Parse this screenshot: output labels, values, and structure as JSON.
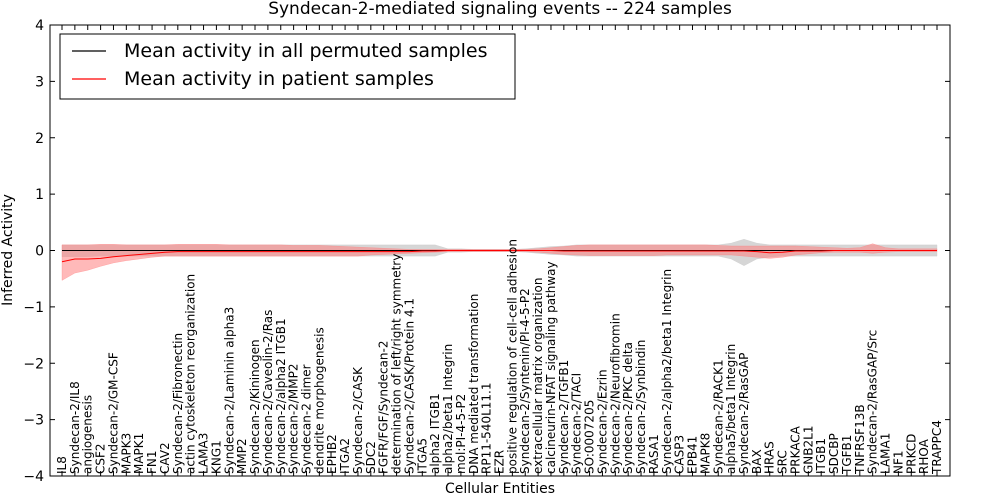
{
  "chart_data": {
    "type": "line",
    "title": "Syndecan-2-mediated signaling events -- 224 samples",
    "xlabel": "Cellular Entities",
    "ylabel": "Inferred Activity",
    "ylim": [
      -4,
      4
    ],
    "yticks": [
      -4,
      -3,
      -2,
      -1,
      0,
      1,
      2,
      3,
      4
    ],
    "ytick_labels": [
      "−4",
      "−3",
      "−2",
      "−1",
      "0",
      "1",
      "2",
      "3",
      "4"
    ],
    "grid": false,
    "legend_position": "top-left",
    "categories": [
      "IL8",
      "Syndecan-2/IL8",
      "angiogenesis",
      "CSF2",
      "Syndecan-2/GM-CSF",
      "MAPK3",
      "MAPK1",
      "FN1",
      "CAV2",
      "Syndecan-2/Fibronectin",
      "actin cytoskeleton reorganization",
      "LAMA3",
      "KNG1",
      "Syndecan-2/Laminin alpha3",
      "MMP2",
      "Syndecan-2/Kininogen",
      "Syndecan-2/Caveolin-2/Ras",
      "Syndecan-2/alpha2 ITGB1",
      "Syndecan-2/MMP2",
      "Syndecan-2 dimer",
      "dendrite morphogenesis",
      "EPHB2",
      "ITGA2",
      "Syndecan-2/CASK",
      "SDC2",
      "FGFR/FGF/Syndecan-2",
      "determination of left/right symmetry",
      "Syndecan-2/CASK/Protein 4.1",
      "ITGA5",
      "alpha2 ITGB1",
      "alpha2/beta1 Integrin",
      "mol:PI-4-5-P2",
      "DNA mediated transformation",
      "RP11-540L11.1",
      "EZR",
      "positive regulation of cell-cell adhesion",
      "Syndecan-2/Syntenin/PI-4-5-P2",
      "extracellular matrix organization",
      "calcineurin-NFAT signaling pathway",
      "Syndecan-2/TGFB1",
      "Syndecan-2/TACI",
      "SO:0007205",
      "Syndecan-2/Ezrin",
      "Syndecan-2/Neurofibromin",
      "Syndecan-2/PKC delta",
      "Syndecan-2/Synbindin",
      "RASA1",
      "Syndecan-2/alpha2/beta1 Integrin",
      "CASP3",
      "EPB41",
      "MAPK8",
      "Syndecan-2/RACK1",
      "alpha5/beta1 Integrin",
      "Syndecan-2/RasGAP",
      "BAX",
      "HRAS",
      "SRC",
      "PRKACA",
      "GNB2L1",
      "ITGB1",
      "SDCBP",
      "TGFB1",
      "TNFRSF13B",
      "Syndecan-2/RasGAP/Src",
      "LAMA1",
      "NF1",
      "PRKCD",
      "RHOA",
      "TRAPPC4"
    ],
    "series": [
      {
        "name": "Mean activity in all permuted samples",
        "color": "#000000",
        "band_color": "#c8c8c8",
        "values": [
          0,
          0,
          0,
          0,
          0,
          0,
          0,
          0,
          0,
          0,
          0,
          0,
          0,
          0,
          0,
          0,
          0,
          0,
          0,
          0,
          0,
          0,
          0,
          0,
          0,
          0,
          0,
          0,
          0,
          0,
          0,
          0,
          0,
          0,
          0,
          0,
          0,
          0,
          0,
          0,
          0,
          0,
          0,
          0,
          0,
          0,
          0,
          0,
          0,
          0,
          0,
          0,
          0,
          0,
          0,
          0,
          0,
          0,
          0,
          0,
          0,
          0,
          0,
          0,
          0,
          0,
          0,
          0,
          0
        ],
        "band_lower": [
          -0.11,
          -0.11,
          -0.11,
          -0.1,
          -0.1,
          -0.1,
          -0.1,
          -0.1,
          -0.1,
          -0.1,
          -0.1,
          -0.1,
          -0.1,
          -0.1,
          -0.1,
          -0.1,
          -0.1,
          -0.1,
          -0.1,
          -0.1,
          -0.1,
          -0.1,
          -0.1,
          -0.1,
          -0.1,
          -0.1,
          -0.1,
          -0.1,
          -0.1,
          -0.1,
          -0.03,
          -0.03,
          -0.02,
          -0.02,
          -0.02,
          -0.02,
          -0.03,
          -0.05,
          -0.07,
          -0.08,
          -0.1,
          -0.1,
          -0.1,
          -0.1,
          -0.1,
          -0.1,
          -0.1,
          -0.1,
          -0.1,
          -0.1,
          -0.1,
          -0.1,
          -0.15,
          -0.27,
          -0.15,
          -0.12,
          -0.1,
          -0.1,
          -0.1,
          -0.1,
          -0.1,
          -0.1,
          -0.1,
          -0.1,
          -0.1,
          -0.1,
          -0.1,
          -0.1,
          -0.1
        ],
        "band_upper": [
          0.1,
          0.1,
          0.1,
          0.1,
          0.1,
          0.1,
          0.1,
          0.1,
          0.1,
          0.1,
          0.1,
          0.1,
          0.1,
          0.1,
          0.1,
          0.1,
          0.1,
          0.1,
          0.1,
          0.1,
          0.1,
          0.1,
          0.1,
          0.1,
          0.1,
          0.1,
          0.1,
          0.1,
          0.1,
          0.1,
          0.03,
          0.03,
          0.02,
          0.02,
          0.02,
          0.02,
          0.03,
          0.05,
          0.07,
          0.08,
          0.1,
          0.1,
          0.1,
          0.1,
          0.1,
          0.1,
          0.1,
          0.1,
          0.1,
          0.1,
          0.1,
          0.1,
          0.13,
          0.2,
          0.13,
          0.1,
          0.1,
          0.1,
          0.1,
          0.1,
          0.1,
          0.1,
          0.1,
          0.1,
          0.1,
          0.1,
          0.1,
          0.1,
          0.1
        ]
      },
      {
        "name": "Mean activity in patient samples",
        "color": "#ff0000",
        "band_color": "#ff8080",
        "values": [
          -0.2,
          -0.15,
          -0.15,
          -0.14,
          -0.11,
          -0.09,
          -0.07,
          -0.05,
          -0.03,
          -0.02,
          -0.02,
          -0.02,
          -0.02,
          -0.02,
          -0.02,
          -0.02,
          -0.02,
          -0.02,
          -0.02,
          -0.02,
          -0.02,
          -0.02,
          -0.02,
          -0.02,
          -0.02,
          -0.02,
          -0.02,
          -0.02,
          -0.01,
          -0.01,
          0,
          0,
          0,
          0,
          0,
          0,
          0,
          0,
          0,
          -0.01,
          -0.01,
          -0.01,
          -0.01,
          -0.01,
          -0.01,
          -0.01,
          -0.01,
          -0.01,
          -0.01,
          -0.01,
          -0.01,
          -0.01,
          -0.01,
          -0.01,
          -0.02,
          -0.04,
          -0.03,
          -0.01,
          -0.01,
          -0.01,
          0,
          0,
          0,
          0,
          0,
          0,
          0,
          0,
          0
        ],
        "band_lower": [
          -0.53,
          -0.4,
          -0.35,
          -0.28,
          -0.22,
          -0.18,
          -0.15,
          -0.12,
          -0.1,
          -0.1,
          -0.1,
          -0.1,
          -0.1,
          -0.1,
          -0.1,
          -0.1,
          -0.1,
          -0.1,
          -0.1,
          -0.1,
          -0.1,
          -0.1,
          -0.1,
          -0.1,
          -0.08,
          -0.07,
          -0.06,
          -0.05,
          -0.04,
          -0.03,
          -0.02,
          -0.02,
          -0.02,
          -0.02,
          -0.02,
          -0.02,
          -0.02,
          -0.03,
          -0.05,
          -0.07,
          -0.08,
          -0.09,
          -0.09,
          -0.09,
          -0.09,
          -0.09,
          -0.09,
          -0.08,
          -0.08,
          -0.08,
          -0.08,
          -0.08,
          -0.08,
          -0.1,
          -0.12,
          -0.14,
          -0.12,
          -0.08,
          -0.06,
          -0.04,
          -0.03,
          -0.03,
          -0.03,
          -0.05,
          -0.03,
          -0.02,
          -0.02,
          -0.02,
          -0.02
        ],
        "band_upper": [
          0.1,
          0.1,
          0.1,
          0.11,
          0.11,
          0.1,
          0.1,
          0.1,
          0.1,
          0.11,
          0.11,
          0.11,
          0.11,
          0.1,
          0.1,
          0.1,
          0.1,
          0.1,
          0.09,
          0.09,
          0.09,
          0.08,
          0.07,
          0.06,
          0.05,
          0.04,
          0.03,
          0.02,
          0.02,
          0.02,
          0.02,
          0.02,
          0.02,
          0.02,
          0.02,
          0.02,
          0.02,
          0.03,
          0.05,
          0.07,
          0.09,
          0.1,
          0.1,
          0.1,
          0.1,
          0.1,
          0.1,
          0.1,
          0.1,
          0.1,
          0.1,
          0.09,
          0.08,
          0.08,
          0.08,
          0.08,
          0.08,
          0.08,
          0.07,
          0.06,
          0.05,
          0.04,
          0.05,
          0.12,
          0.05,
          0.03,
          0.03,
          0.03,
          0.03
        ]
      }
    ]
  }
}
